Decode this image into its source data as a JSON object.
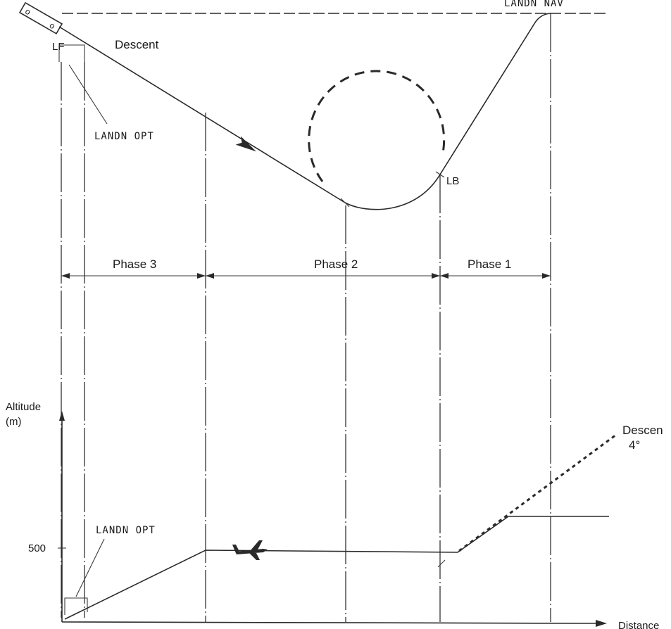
{
  "top_view": {
    "landn_nav_label": "LANDN NAV",
    "lf_label": "LF",
    "descent_label": "Descent",
    "landn_opt_label": "LANDN OPT",
    "lb_label": "LB",
    "phases": [
      "Phase 3",
      "Phase 2",
      "Phase 1"
    ]
  },
  "profile_view": {
    "y_axis_label_line1": "Altitude",
    "y_axis_label_line2": "(m)",
    "y_tick_label": "500",
    "x_axis_label": "Distance",
    "descent_label": "Descen",
    "descent_angle": "4°",
    "landn_opt_label": "LANDN OPT"
  }
}
